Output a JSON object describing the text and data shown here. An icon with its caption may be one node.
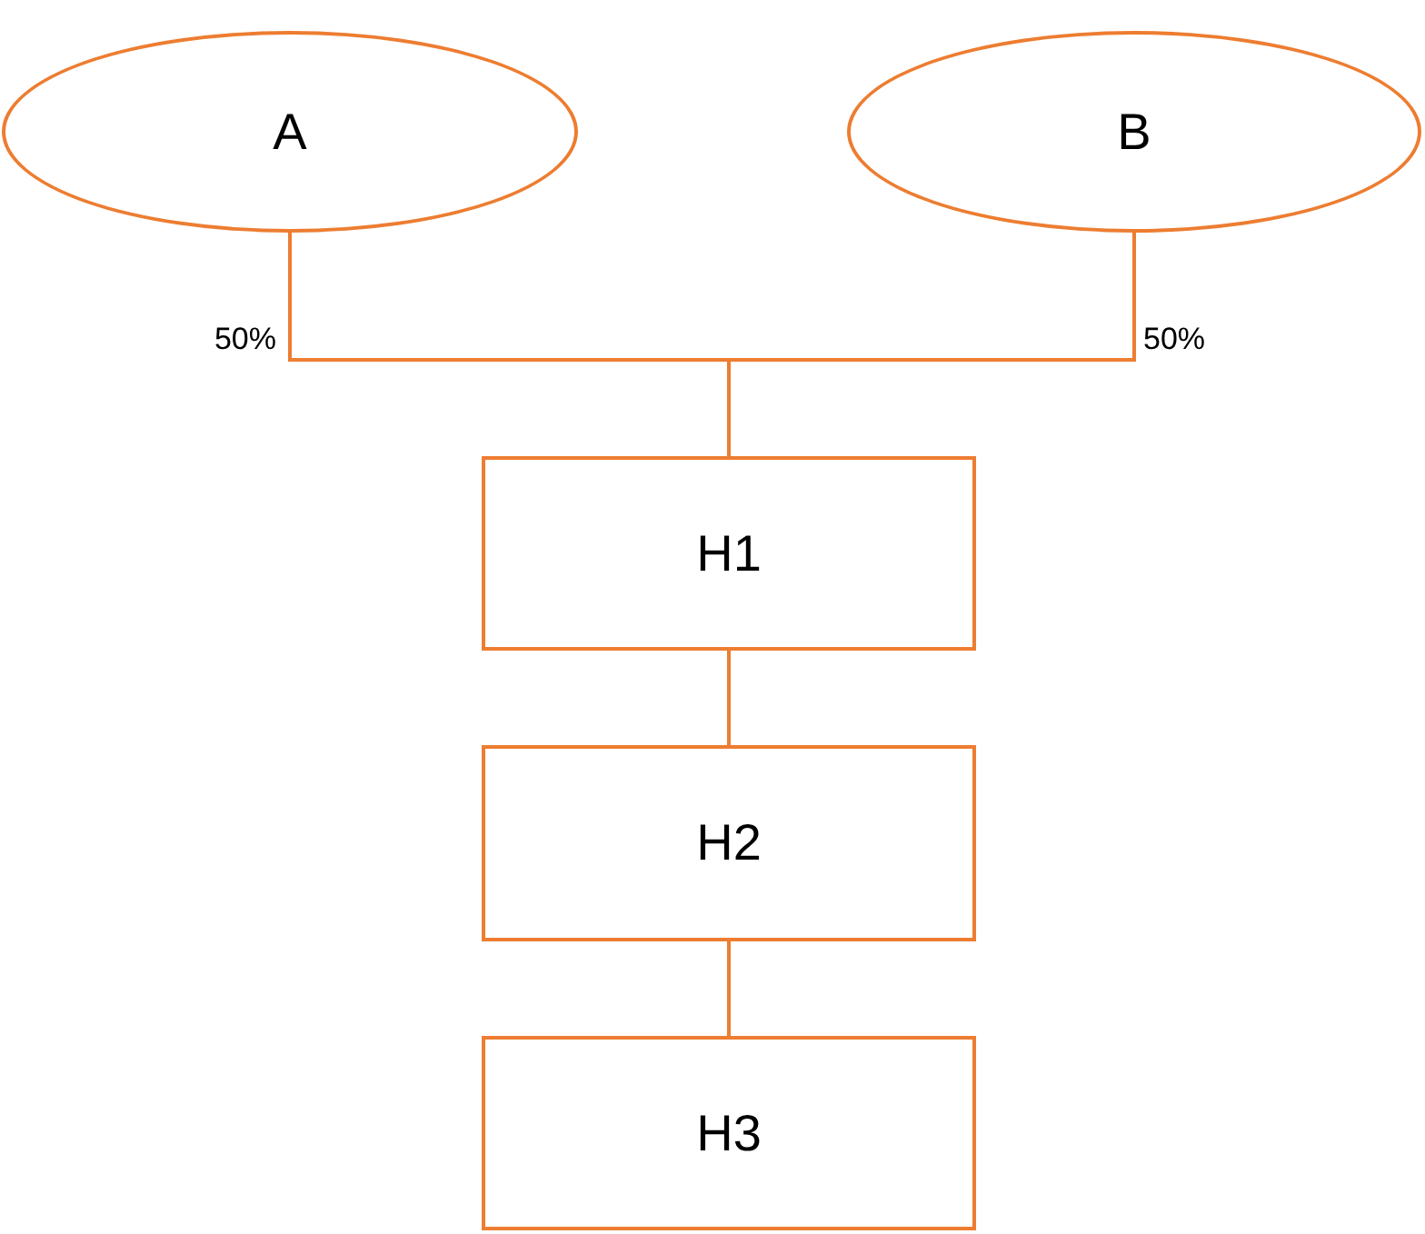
{
  "diagram": {
    "nodes": [
      {
        "text": [
          "A"
        ]
      },
      {
        "text": [
          "B"
        ]
      },
      {
        "text": [
          "H1"
        ]
      },
      {
        "text": [
          "H2"
        ]
      },
      {
        "text": [
          "H3"
        ]
      }
    ],
    "edges": [
      {
        "from": 0,
        "to": 2,
        "arrow": "none",
        "label": "50%"
      },
      {
        "from": 1,
        "to": 2,
        "arrow": "none",
        "label": "50%"
      },
      {
        "from": 2,
        "to": 3,
        "arrow": "none"
      },
      {
        "from": 3,
        "to": 4,
        "arrow": "none"
      }
    ]
  }
}
